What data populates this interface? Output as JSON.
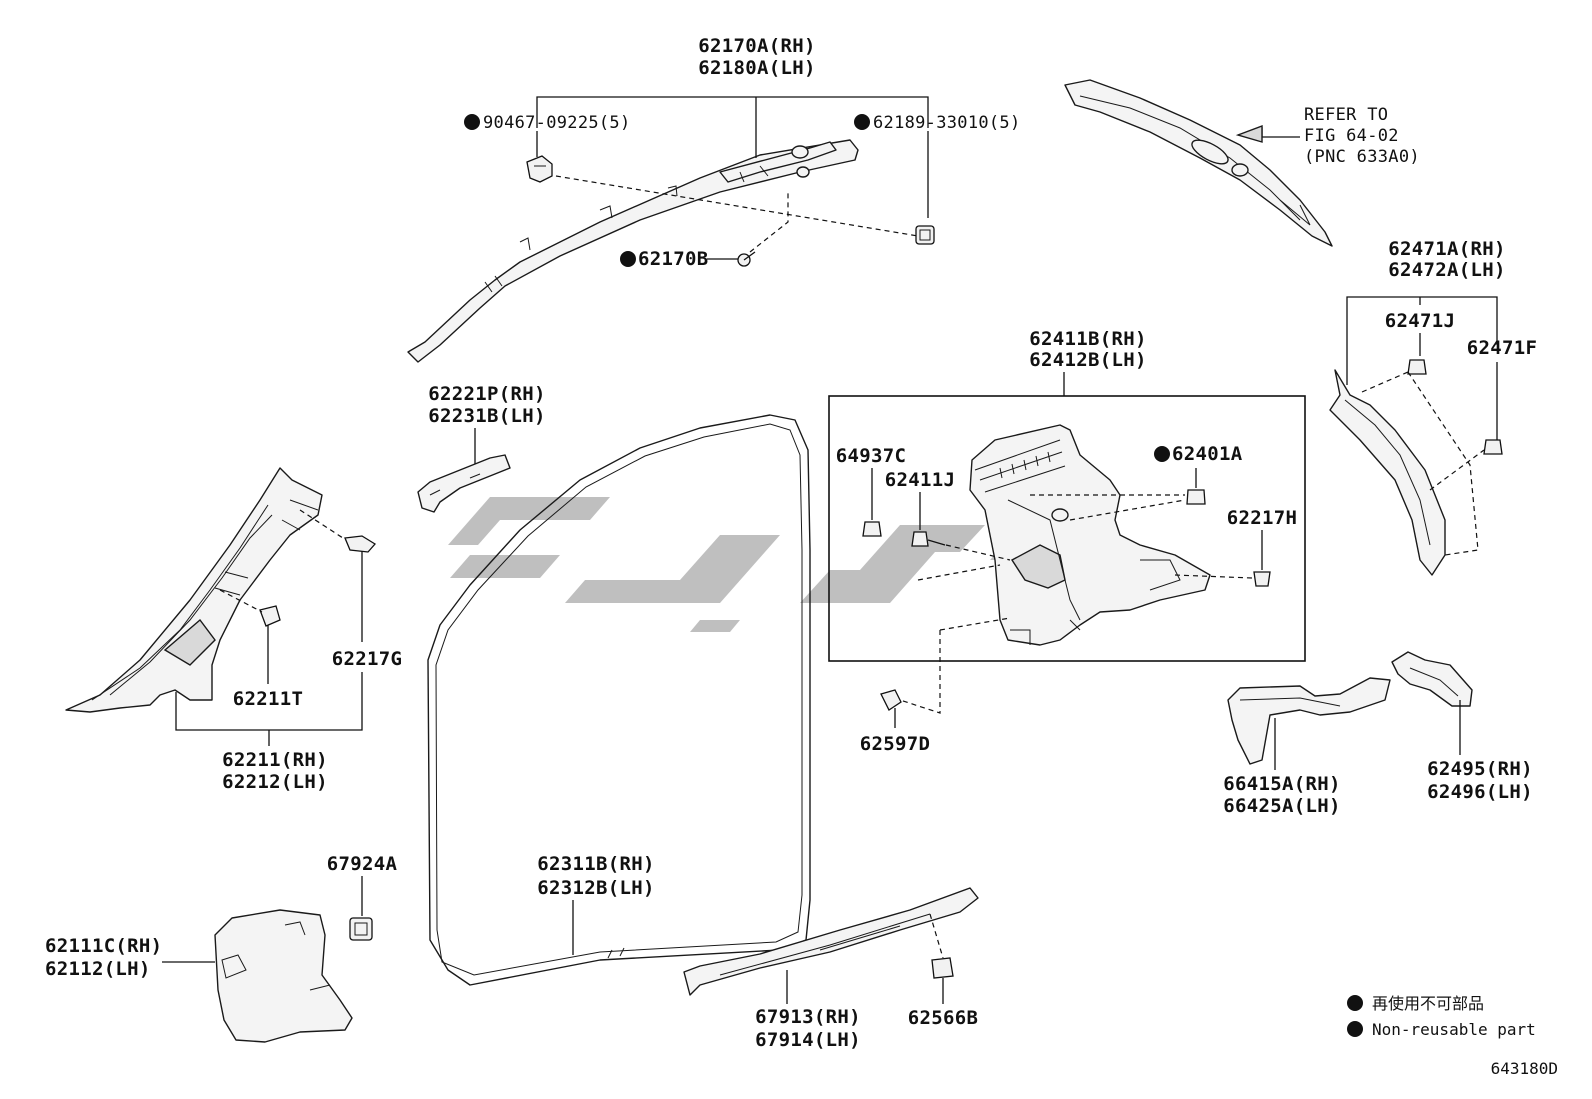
{
  "labels": {
    "l_62170A": "62170A(RH)",
    "l_62180A": "62180A(LH)",
    "l_90467": "90467-09225(5)",
    "l_62189": "62189-33010(5)",
    "l_62170B": "62170B",
    "l_refer1": "REFER TO",
    "l_refer2": "FIG 64-02",
    "l_refer3": "(PNC 633A0)",
    "l_62471A": "62471A(RH)",
    "l_62472A": "62472A(LH)",
    "l_62471J": "62471J",
    "l_62471F": "62471F",
    "l_62411B": "62411B(RH)",
    "l_62412B": "62412B(LH)",
    "l_64937C": "64937C",
    "l_62411J": "62411J",
    "l_62401A": "62401A",
    "l_62217H": "62217H",
    "l_62221P": "62221P(RH)",
    "l_62231B": "62231B(LH)",
    "l_62217G": "62217G",
    "l_62211T": "62211T",
    "l_62211": "62211(RH)",
    "l_62212": "62212(LH)",
    "l_62597D": "62597D",
    "l_66415A": "66415A(RH)",
    "l_66425A": "66425A(LH)",
    "l_62495": "62495(RH)",
    "l_62496": "62496(LH)",
    "l_67924A": "67924A",
    "l_62111C": "62111C(RH)",
    "l_62112": "62112(LH)",
    "l_62311B": "62311B(RH)",
    "l_62312B": "62312B(LH)",
    "l_67913": "67913(RH)",
    "l_67914": "67914(LH)",
    "l_62566B": "62566B"
  },
  "legend": {
    "item_jp": "再使用不可部品",
    "item_en": "Non-reusable part"
  },
  "figure_code": "643180D",
  "watermark": "watermark-logo"
}
